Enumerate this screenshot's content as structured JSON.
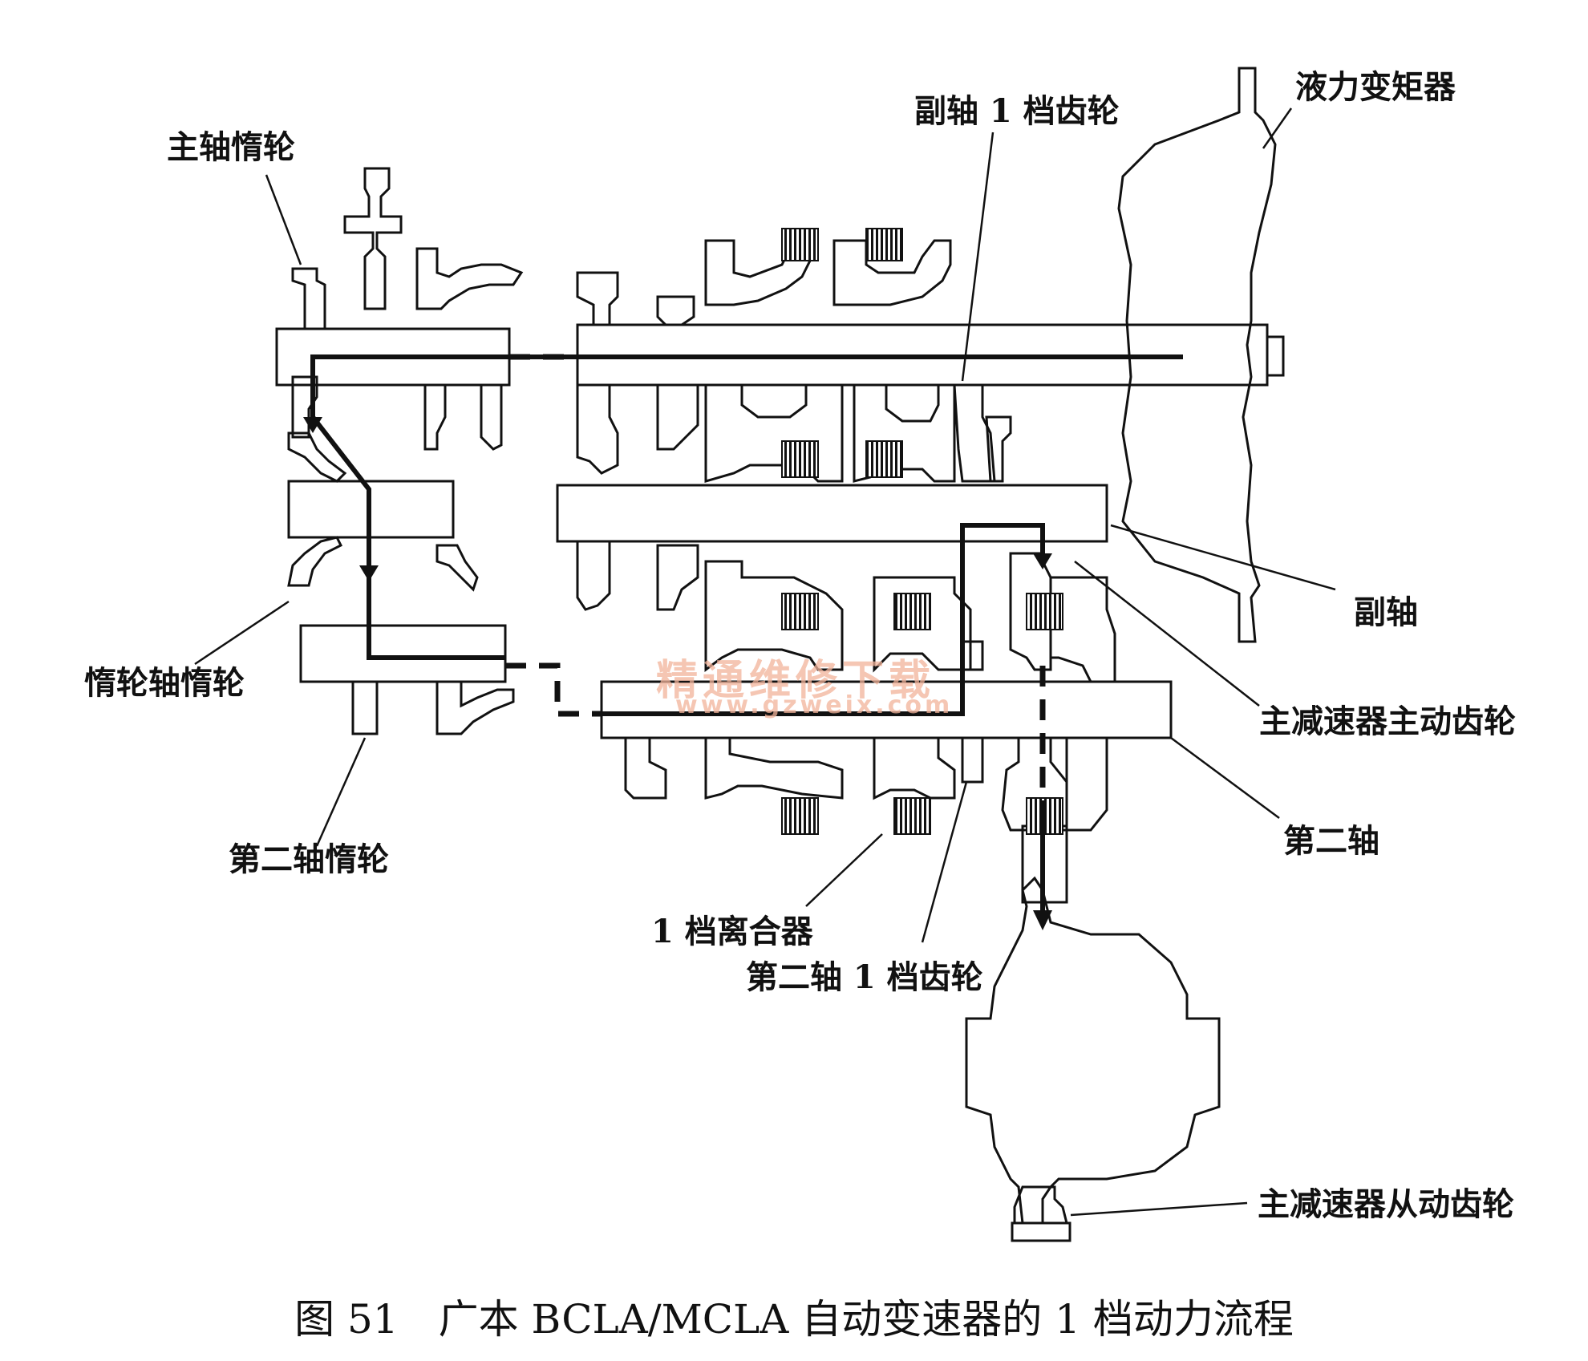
{
  "labels": {
    "main_idler": "主轴惰轮",
    "countershaft_1st_gear": "副轴 1 档齿轮",
    "torque_converter": "液力变矩器",
    "countershaft": "副轴",
    "final_drive_gear": "主减速器主动齿轮",
    "secondary_shaft": "第二轴",
    "idler_shaft_idler": "惰轮轴惰轮",
    "secondary_shaft_idler": "第二轴惰轮",
    "first_clutch": "1 档离合器",
    "secondary_1st_gear": "第二轴 1 档齿轮",
    "final_driven_gear": "主减速器从动齿轮"
  },
  "caption": "图 51　广本 BCLA/MCLA 自动变速器的 1 档动力流程",
  "watermark": {
    "text": "精通维修下载",
    "url": "www.gzweix.com"
  },
  "colors": {
    "line": "#111111",
    "watermark": "#f2b39a"
  }
}
